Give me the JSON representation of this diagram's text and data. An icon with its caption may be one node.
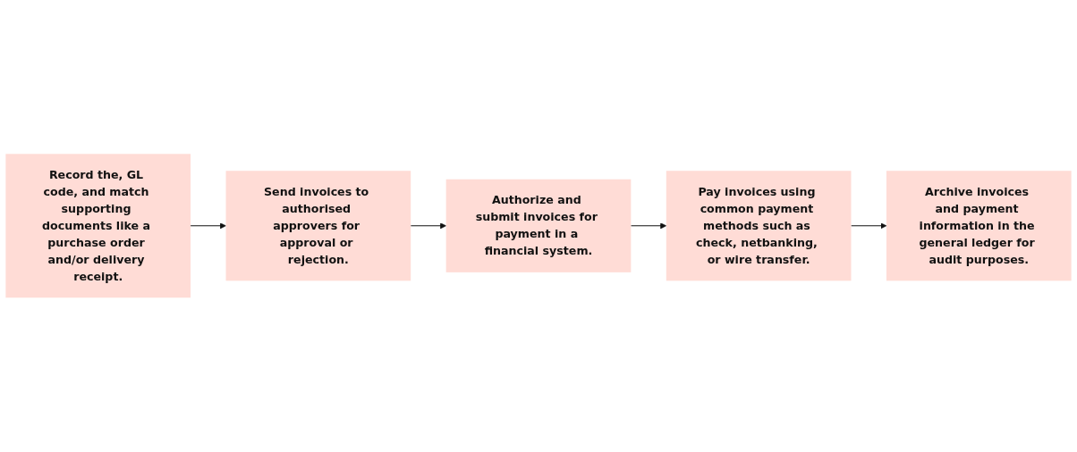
{
  "diagram": {
    "nodes": [
      {
        "text": [
          "Record the, GL code, and match supporting documents like a purchase order and/or delivery receipt."
        ]
      },
      {
        "text": [
          "Send invoices to authorised approvers for approval or rejection."
        ]
      },
      {
        "text": [
          "Authorize and submit invoices for payment in a financial system."
        ]
      },
      {
        "text": [
          "Pay invoices using common payment methods such as check, netbanking, or wire transfer."
        ]
      },
      {
        "text": [
          "Archive invoices and payment information in the general ledger for audit purposes."
        ]
      }
    ],
    "edges": [
      {
        "from": 0,
        "to": 1,
        "arrow": "to"
      },
      {
        "from": 1,
        "to": 2,
        "arrow": "to"
      },
      {
        "from": 2,
        "to": 3,
        "arrow": "to"
      },
      {
        "from": 3,
        "to": 4,
        "arrow": "to"
      }
    ]
  }
}
